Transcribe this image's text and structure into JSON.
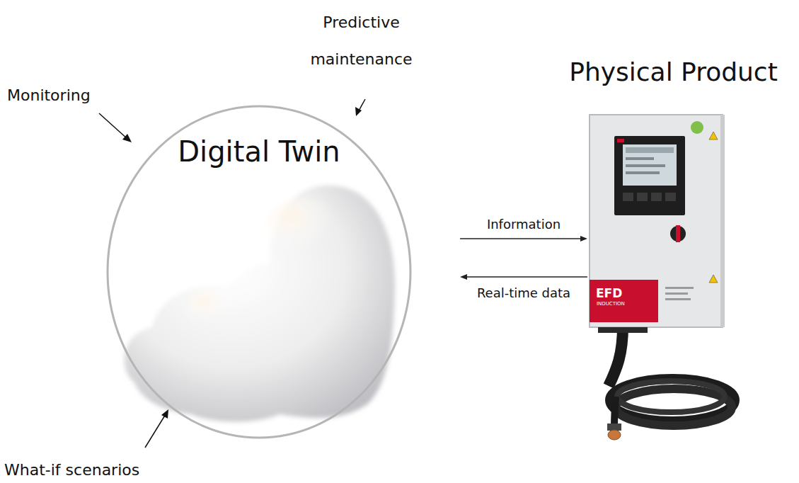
{
  "diagram": {
    "nodes": [
      {
        "text": [
          "Digital Twin"
        ]
      },
      {
        "text": [
          "Physical Product"
        ]
      }
    ],
    "edges": [
      {
        "from": 0,
        "to": 1,
        "label": "Information",
        "arrow": "to"
      },
      {
        "from": 1,
        "to": 0,
        "label": "Real-time data",
        "arrow": "to"
      }
    ],
    "labels": [
      "Monitoring",
      "Predictive maintenance",
      "What-if scenarios",
      "EFD",
      "INDUCTION"
    ]
  }
}
